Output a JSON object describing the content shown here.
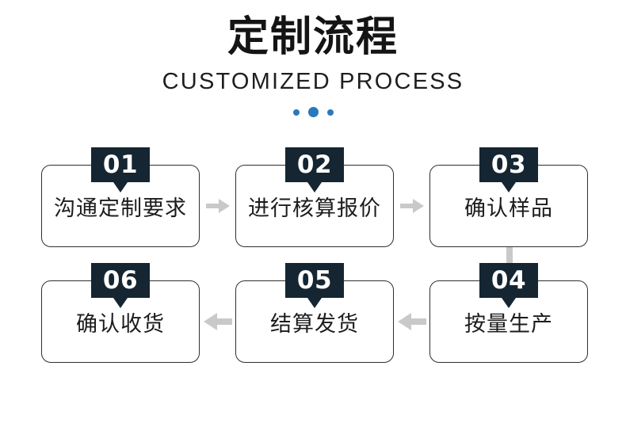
{
  "header": {
    "title_cn": "定制流程",
    "title_en": "CUSTOMIZED PROCESS",
    "dots": [
      "small",
      "big",
      "small"
    ],
    "dot_color": "#2b78bd"
  },
  "theme": {
    "badge_bg": "#152532",
    "badge_text": "#ffffff",
    "box_border": "#2f2f2f",
    "box_bg": "#ffffff",
    "text_color": "#1c1c1c",
    "arrow_color": "#c9c9c9",
    "page_bg": "#ffffff"
  },
  "flow": {
    "row_top": [
      {
        "number": "01",
        "label": "沟通定制要求"
      },
      {
        "number": "02",
        "label": "进行核算报价"
      },
      {
        "number": "03",
        "label": "确认样品"
      }
    ],
    "row_bottom": [
      {
        "number": "06",
        "label": "确认收货"
      },
      {
        "number": "05",
        "label": "结算发货"
      },
      {
        "number": "04",
        "label": "按量生产"
      }
    ],
    "connectors": {
      "top_row": [
        "arrow-right-icon",
        "arrow-right-icon"
      ],
      "row_link": "arrow-down-icon",
      "bottom_row": [
        "arrow-left-icon",
        "arrow-left-icon"
      ]
    }
  }
}
